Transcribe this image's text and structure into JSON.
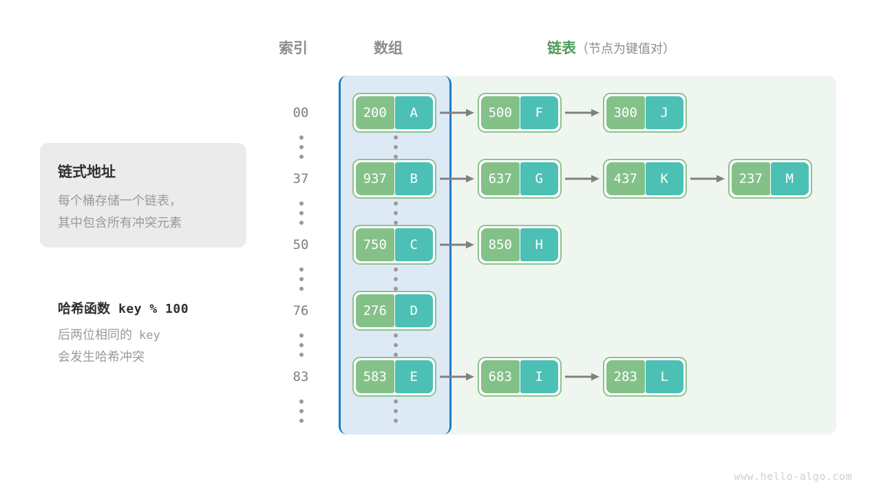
{
  "headers": {
    "index": "索引",
    "array": "数组",
    "list_accent": "链表",
    "list_sub": "（节点为键值对）"
  },
  "info_card": {
    "title": "链式地址",
    "line1": "每个桶存储一个链表，",
    "line2": "其中包含所有冲突元素"
  },
  "hash_note": {
    "title_label": "哈希函数",
    "title_expr": "key % 100",
    "line1_a": "后两位相同的",
    "line1_b": "key",
    "line2": "会发生哈希冲突"
  },
  "colors": {
    "key_cell": "#84c189",
    "value_cell": "#4cc0b5",
    "node_border": "#8bc18e",
    "array_panel_bg": "#ddeaf6",
    "array_panel_border": "#1f7ac3",
    "list_panel_bg": "#eff6ef",
    "accent_green": "#4e9a5c",
    "muted_text": "#8c8c8c",
    "arrow": "#808080"
  },
  "buckets": [
    {
      "index": "00",
      "nodes": [
        {
          "key": "200",
          "value": "A"
        },
        {
          "key": "500",
          "value": "F"
        },
        {
          "key": "300",
          "value": "J"
        }
      ]
    },
    {
      "index": "37",
      "nodes": [
        {
          "key": "937",
          "value": "B"
        },
        {
          "key": "637",
          "value": "G"
        },
        {
          "key": "437",
          "value": "K"
        },
        {
          "key": "237",
          "value": "M"
        }
      ]
    },
    {
      "index": "50",
      "nodes": [
        {
          "key": "750",
          "value": "C"
        },
        {
          "key": "850",
          "value": "H"
        }
      ]
    },
    {
      "index": "76",
      "nodes": [
        {
          "key": "276",
          "value": "D"
        }
      ]
    },
    {
      "index": "83",
      "nodes": [
        {
          "key": "583",
          "value": "E"
        },
        {
          "key": "683",
          "value": "I"
        },
        {
          "key": "283",
          "value": "L"
        }
      ]
    }
  ],
  "ellipsis_rows": 5,
  "watermark": "www.hello-algo.com"
}
